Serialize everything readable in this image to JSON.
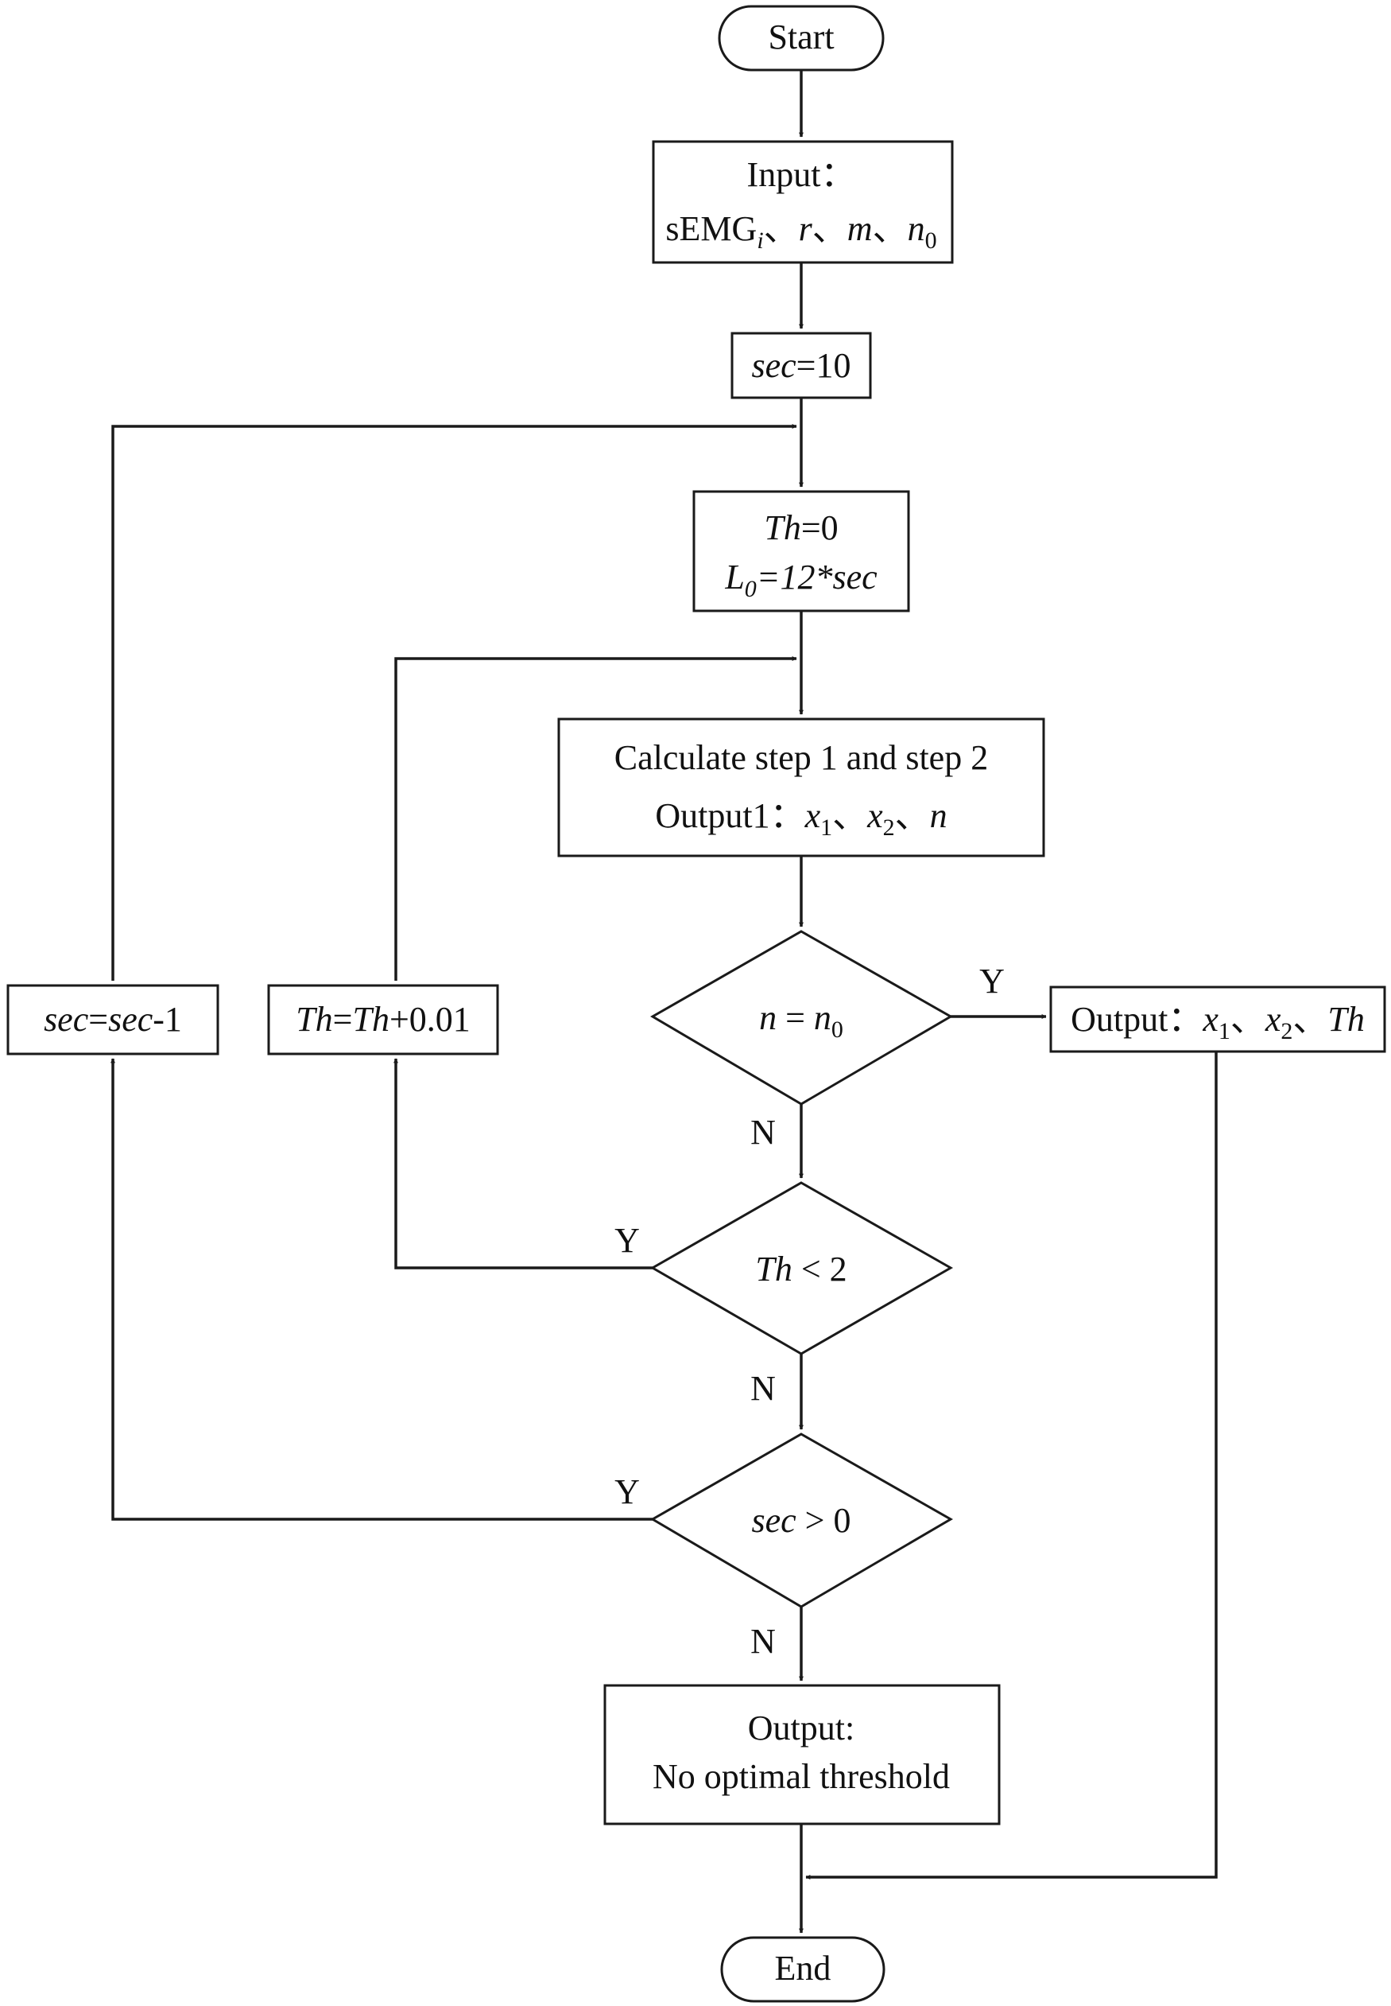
{
  "start": {
    "label": "Start"
  },
  "input": {
    "title": "Input：",
    "signal": "sEMG",
    "signal_sub": "i",
    "sep1": "、",
    "r": "r",
    "sep2": "、",
    "m": "m",
    "sep3": "、",
    "n0": "n",
    "n0_sub": "0"
  },
  "init_sec": {
    "var": "sec",
    "rest": "=10"
  },
  "init_th": {
    "th_var": "Th",
    "th_rest": "=0",
    "l0_var": "L",
    "l0_sub": "0",
    "l0_rest": "=12*sec"
  },
  "calc": {
    "line1": "Calculate step 1 and step 2",
    "out_label": "Output1：",
    "x1": "x",
    "x1_sub": "1",
    "sep1": "、",
    "x2": "x",
    "x2_sub": "2",
    "sep2": "、",
    "n": "n"
  },
  "dec1": {
    "lhs": "n",
    "op": " = ",
    "rhs": "n",
    "rhs_sub": "0"
  },
  "dec2": {
    "lhs": "Th",
    "op": " < 2"
  },
  "dec3": {
    "lhs": "sec",
    "op": " > 0"
  },
  "out_ok": {
    "label": "Output：",
    "x1": "x",
    "x1_sub": "1",
    "sep1": "、",
    "x2": "x",
    "x2_sub": "2",
    "sep2": "、",
    "th": "Th"
  },
  "th_inc": {
    "a": "Th",
    "eq": "=",
    "b": "Th",
    "rest": "+0.01"
  },
  "sec_dec": {
    "a": "sec",
    "eq": "=",
    "b": "sec",
    "rest": "-1"
  },
  "out_fail": {
    "line1": "Output:",
    "line2": "No optimal threshold"
  },
  "end": {
    "label": "End"
  },
  "edge_labels": {
    "yes": "Y",
    "no": "N"
  },
  "colors": {
    "stroke": "#1a1a1a",
    "text": "#111111",
    "background": "#ffffff"
  }
}
